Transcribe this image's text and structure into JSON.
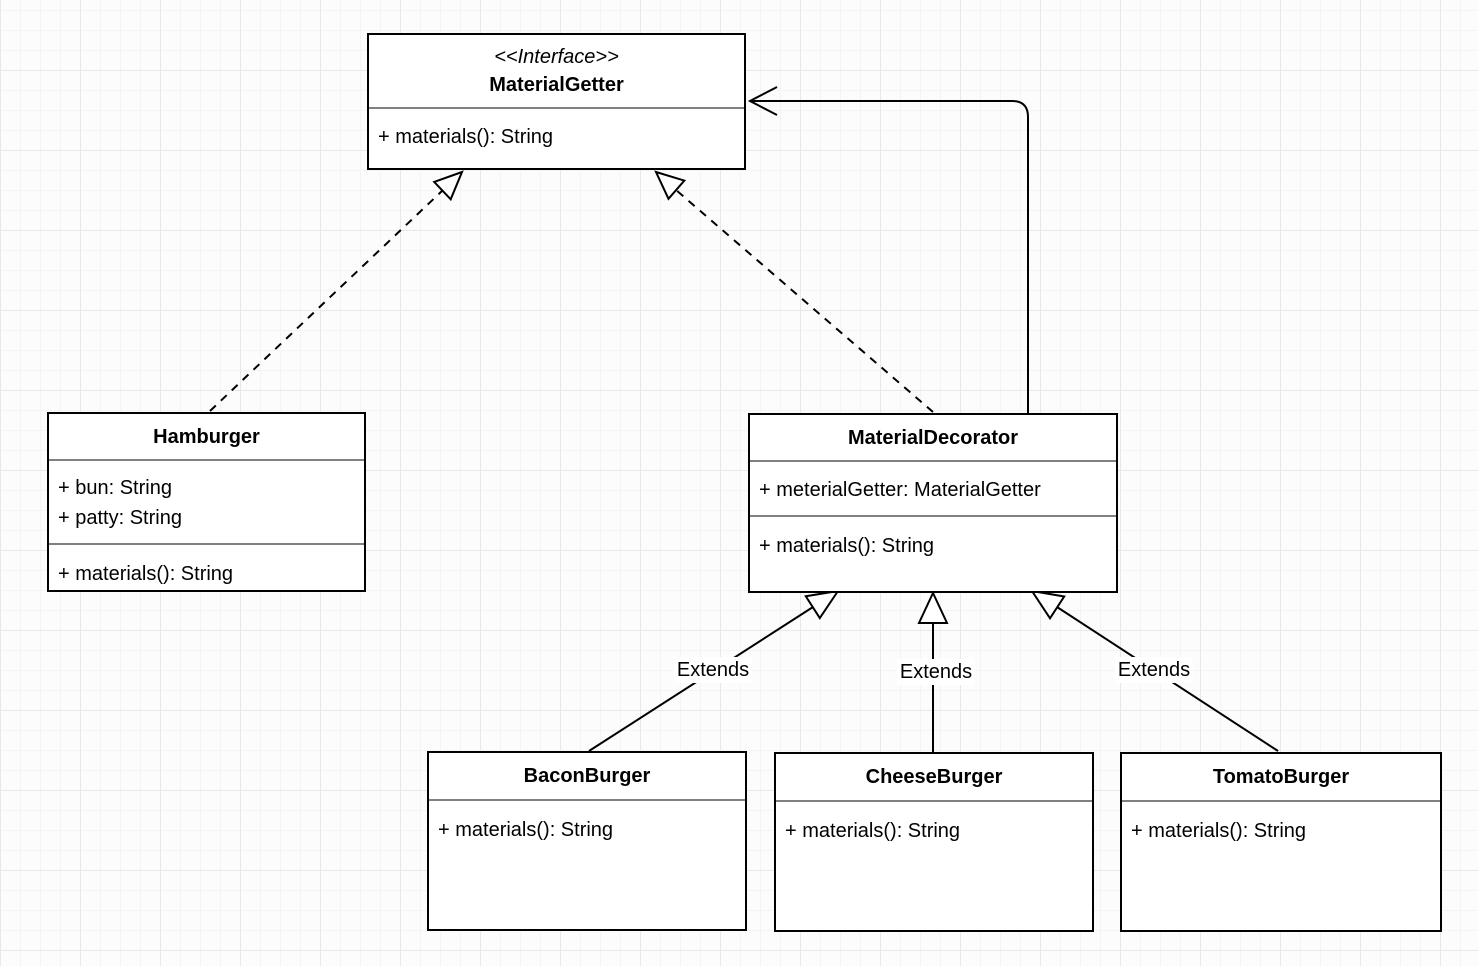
{
  "diagram": {
    "type": "uml-class-diagram",
    "classes": {
      "material_getter": {
        "stereotype": "<<Interface>>",
        "name": "MaterialGetter",
        "attributes": [],
        "methods": [
          "+ materials(): String"
        ]
      },
      "hamburger": {
        "name": "Hamburger",
        "attributes": [
          "+ bun: String",
          "+ patty: String"
        ],
        "methods": [
          "+ materials(): String"
        ]
      },
      "material_decorator": {
        "name": "MaterialDecorator",
        "attributes": [
          "+ meterialGetter: MaterialGetter"
        ],
        "methods": [
          "+ materials(): String"
        ]
      },
      "bacon_burger": {
        "name": "BaconBurger",
        "attributes": [],
        "methods": [
          "+ materials(): String"
        ]
      },
      "cheese_burger": {
        "name": "CheeseBurger",
        "attributes": [],
        "methods": [
          "+ materials(): String"
        ]
      },
      "tomato_burger": {
        "name": "TomatoBurger",
        "attributes": [],
        "methods": [
          "+ materials(): String"
        ]
      }
    },
    "relationships": {
      "extends_label_bacon": "Extends",
      "extends_label_cheese": "Extends",
      "extends_label_tomato": "Extends"
    },
    "colors": {
      "box_border": "#000000",
      "box_fill": "#ffffff",
      "section_divider": "#808080",
      "connector": "#000000",
      "text": "#000000",
      "canvas_bg": "#fcfcfc",
      "grid_minor": "#f4f4f4",
      "grid_major": "#e8e8e8"
    }
  }
}
